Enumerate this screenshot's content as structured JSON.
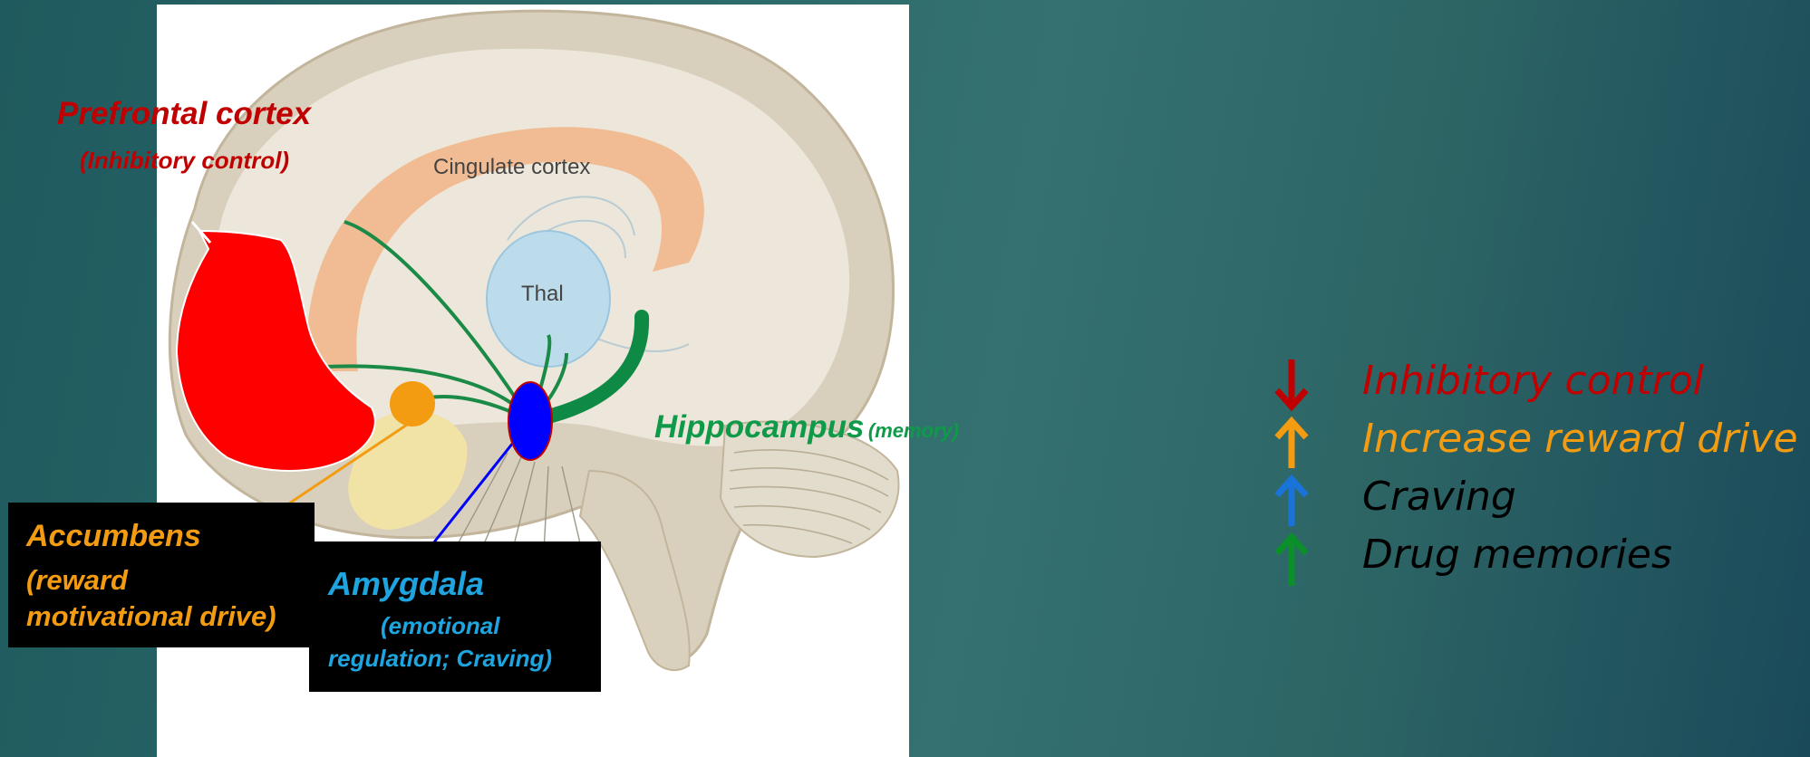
{
  "figure": {
    "labels": {
      "cingulate": "Cingulate cortex",
      "thal": "Thal"
    },
    "annotations": {
      "prefrontal": {
        "title": "Prefrontal cortex",
        "subtitle": "(Inhibitory control)"
      },
      "hippocampus": {
        "title": "Hippocampus",
        "subtitle": "(memory)"
      },
      "accumbens": {
        "title": "Accumbens",
        "line2": "(reward",
        "line3": "motivational drive)"
      },
      "amygdala": {
        "title": "Amygdala",
        "line2": "(emotional",
        "line3": "regulation; Craving)"
      }
    }
  },
  "legend": [
    {
      "direction": "down",
      "icon": "arrow-down-icon",
      "color": "#c00000",
      "text": "Inhibitory control"
    },
    {
      "direction": "up",
      "icon": "arrow-up-icon",
      "color": "#f39c12",
      "text": "Increase reward drive"
    },
    {
      "direction": "up",
      "icon": "arrow-up-icon",
      "color": "#1a73d9",
      "text_color": "#000000",
      "text": "Craving"
    },
    {
      "direction": "up",
      "icon": "arrow-up-icon",
      "color": "#0a8f2a",
      "text_color": "#000000",
      "text": "Drug memories"
    }
  ],
  "colors": {
    "prefrontal": "#c00000",
    "accumbens": "#f39c12",
    "amygdala": "#1ea5e0",
    "hippocampus": "#0f9a4a"
  }
}
